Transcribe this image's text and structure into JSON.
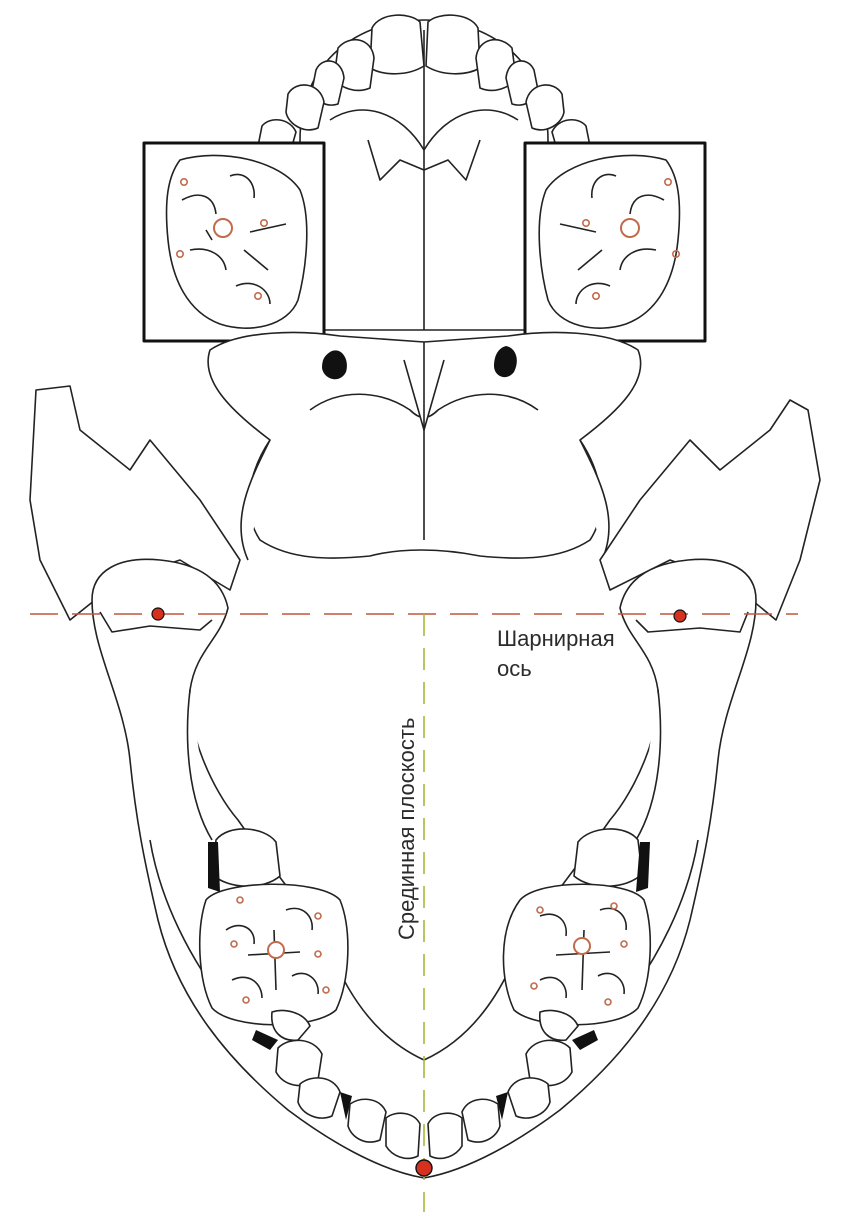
{
  "labels": {
    "hinge_axis_line1": "Шарнирная",
    "hinge_axis_line2": "ось",
    "median_plane": "Срединная плоскость"
  },
  "colors": {
    "outline": "#222222",
    "hinge_axis_line": "#c2573c",
    "median_plane_line": "#a9b83a",
    "landmark_point": "#d6301f",
    "cusp_marker": "#c26a4c",
    "fossa_black": "#111111"
  }
}
